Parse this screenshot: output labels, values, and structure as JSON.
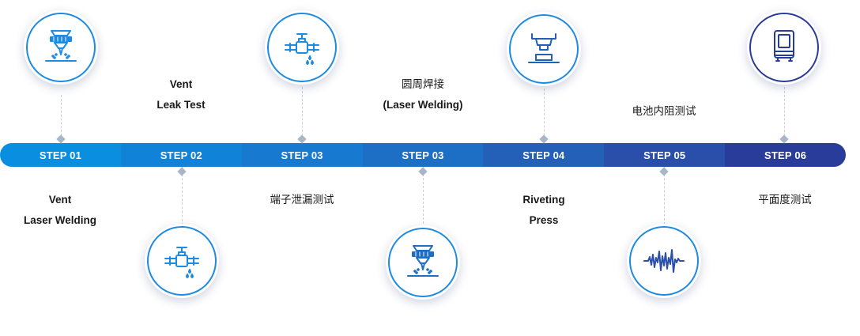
{
  "timeline": {
    "steps": [
      "STEP 01",
      "STEP 02",
      "STEP 03",
      "STEP 03",
      "STEP 04",
      "STEP 05",
      "STEP 06"
    ]
  },
  "labels": {
    "s1": [
      "Vent",
      "Laser Welding"
    ],
    "s2": [
      "Vent",
      "Leak Test"
    ],
    "s3": [
      "端子泄漏测试"
    ],
    "s4": [
      "圆周焊接",
      "(Laser Welding)"
    ],
    "s5": [
      "Riveting",
      "Press"
    ],
    "s6": [
      "电池内阻测试"
    ],
    "s7": [
      "平面度测试"
    ]
  },
  "icons": [
    "laser-welding-icon",
    "leak-valve-icon",
    "leak-valve-icon",
    "laser-welding-icon",
    "riveting-press-icon",
    "waveform-icon",
    "battery-cell-icon"
  ],
  "colors": {
    "icon_light": "#1e8be2",
    "icon_dark": "#2a3c9a"
  }
}
